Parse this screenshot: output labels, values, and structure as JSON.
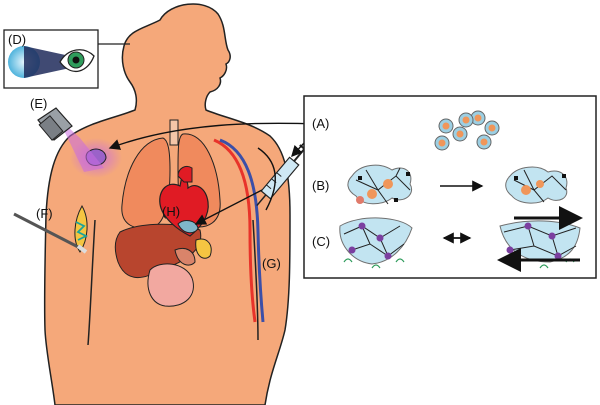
{
  "labels": {
    "A": "(A)",
    "B": "(B)",
    "C": "(C)",
    "D": "(D)",
    "E": "(E)",
    "F": "(F)",
    "G": "(G)",
    "H": "(H)"
  },
  "colors": {
    "skin": "#f5a87a",
    "skin_outline": "#222222",
    "lung": "#f08a5d",
    "heart": "#e01b24",
    "liver": "#b8452e",
    "stomach": "#f2a8a0",
    "gallbladder": "#f5c542",
    "artery": "#e8332a",
    "vein": "#3b4fa8",
    "uv_light": "#c86be0",
    "hydrogel": "#a9d9ec",
    "nanoparticle_shell": "#9ccfe3",
    "nanoparticle_core": "#f0965a",
    "arrow": "#111111"
  },
  "icons": [
    "eye-icon",
    "uv-lamp-icon",
    "syringe-icon",
    "scalpel-icon",
    "heart-icon"
  ]
}
